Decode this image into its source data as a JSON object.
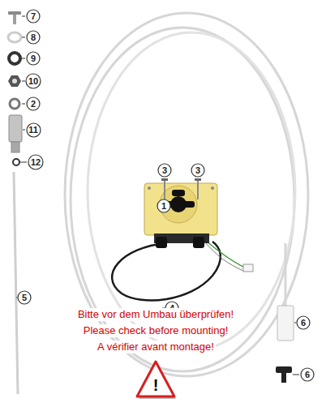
{
  "diagram": {
    "nodes": [
      {
        "text": [
          "7"
        ]
      },
      {
        "text": [
          "8"
        ]
      },
      {
        "text": [
          "9"
        ]
      },
      {
        "text": [
          "10"
        ]
      },
      {
        "text": [
          "2"
        ]
      },
      {
        "text": [
          "11"
        ]
      },
      {
        "text": [
          "12"
        ]
      },
      {
        "text": [
          "3"
        ]
      },
      {
        "text": [
          "3"
        ]
      },
      {
        "text": [
          "1"
        ]
      },
      {
        "text": [
          "4"
        ]
      },
      {
        "text": [
          "5"
        ]
      },
      {
        "text": [
          "6"
        ]
      },
      {
        "text": [
          "6"
        ]
      },
      {
        "text": [
          "!"
        ]
      }
    ],
    "labels": [
      "Bitte vor dem Umbau überprüfen!",
      "Please check before mounting!",
      "A vérifier avant montage!"
    ]
  }
}
